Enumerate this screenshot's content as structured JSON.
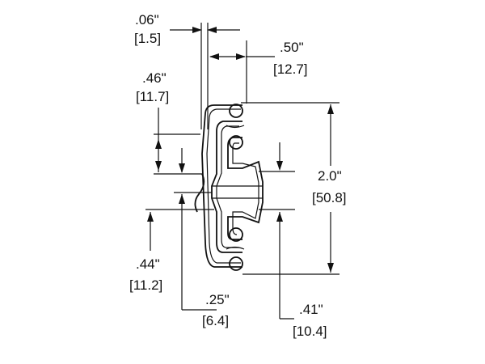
{
  "dimensions": {
    "width_top": {
      "imperial": ".06\"",
      "metric": "[1.5]"
    },
    "width_mid": {
      "imperial": ".50\"",
      "metric": "[12.7]"
    },
    "left_upper": {
      "imperial": ".46\"",
      "metric": "[11.7]"
    },
    "left_lower": {
      "imperial": ".44\"",
      "metric": "[11.2]"
    },
    "bottom_center": {
      "imperial": ".25\"",
      "metric": "[6.4]"
    },
    "bottom_right": {
      "imperial": ".41\"",
      "metric": "[10.4]"
    },
    "height_total": {
      "imperial": "2.0\"",
      "metric": "[50.8]"
    }
  },
  "colors": {
    "line": "#111111",
    "background": "#ffffff"
  }
}
